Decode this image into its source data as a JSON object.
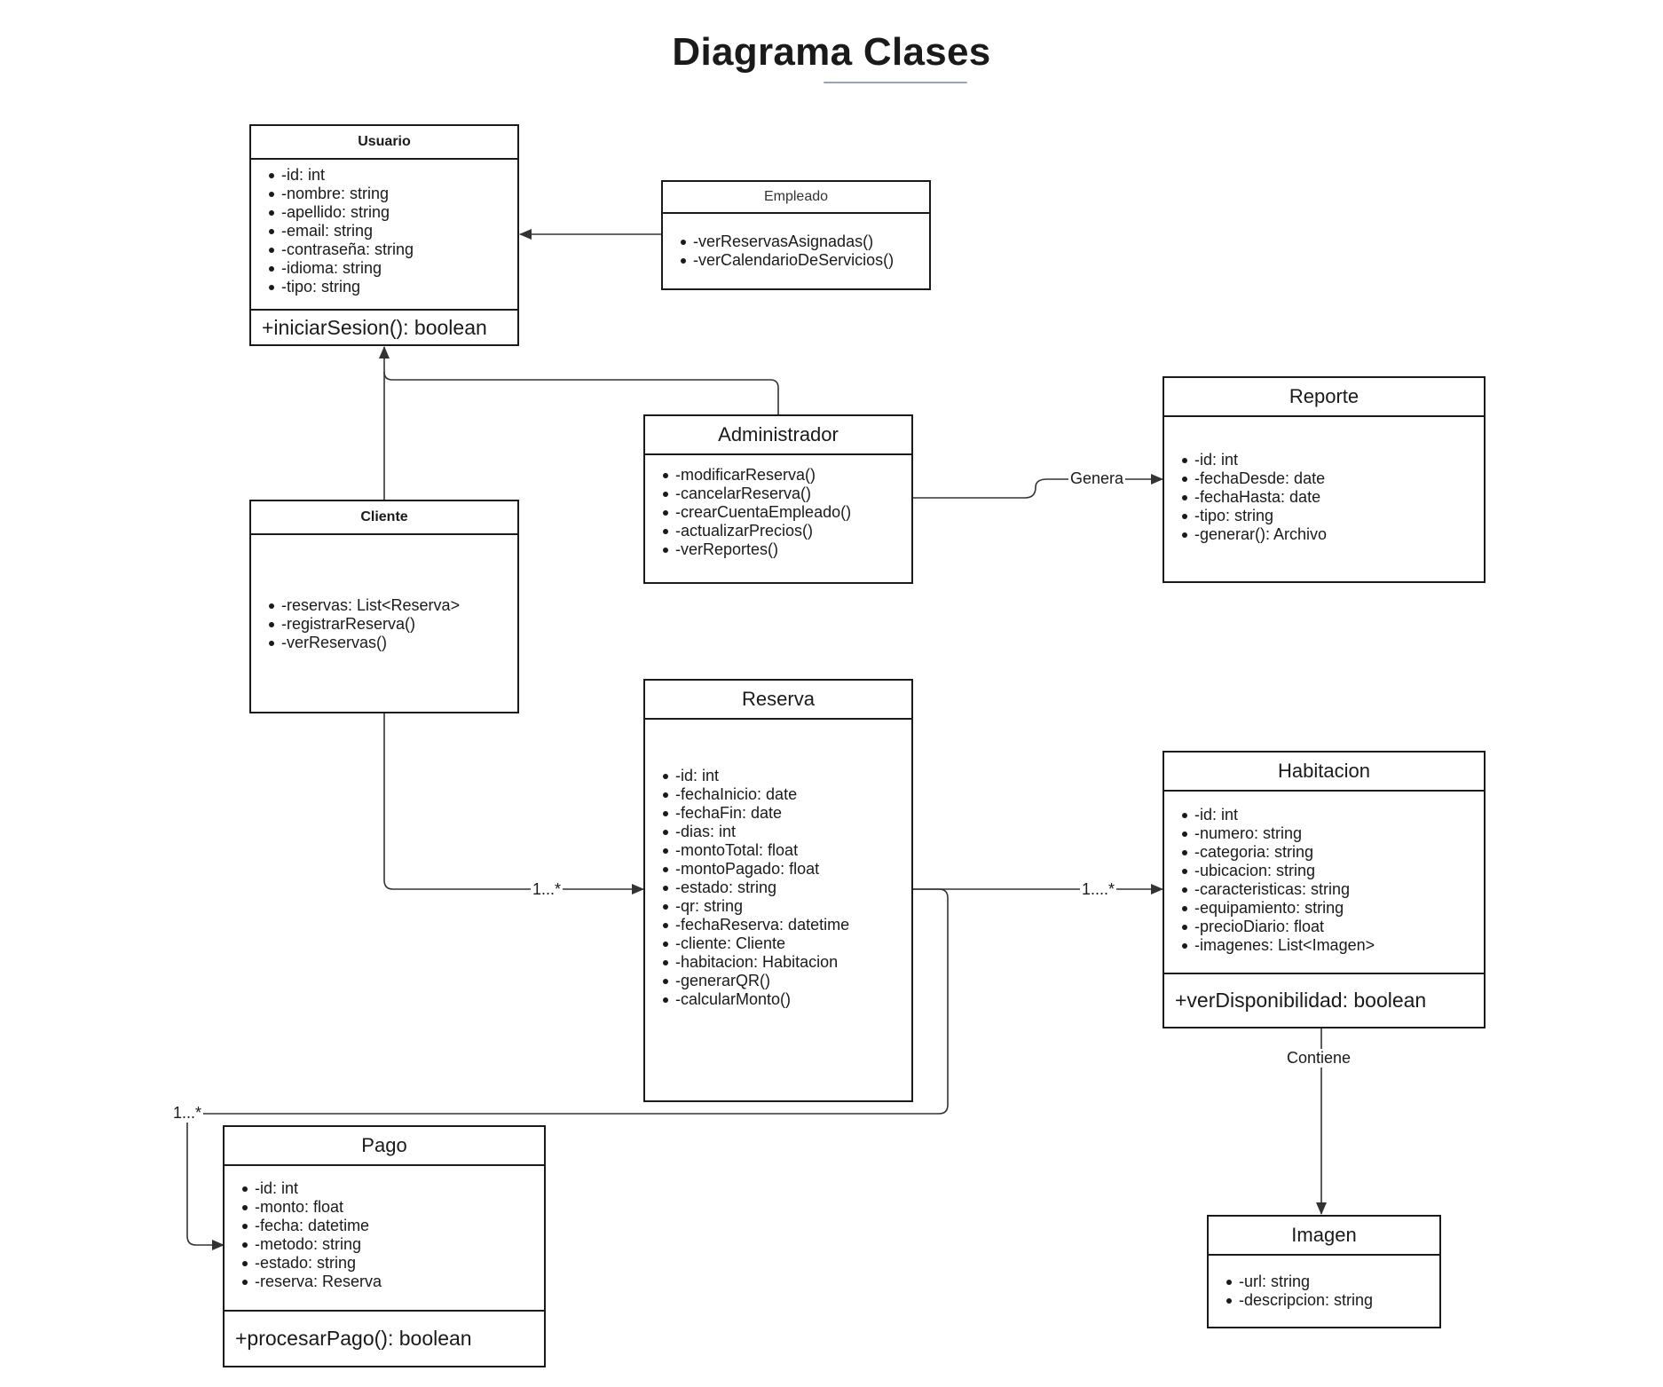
{
  "title": "Diagrama Clases",
  "classes": {
    "usuario": {
      "name": "Usuario",
      "attributes": [
        "-id: int",
        "-nombre: string",
        "-apellido: string",
        "-email: string",
        "-contraseña: string",
        "-idioma: string",
        "-tipo: string"
      ],
      "operations": [
        "+iniciarSesion(): boolean"
      ]
    },
    "empleado": {
      "name": "Empleado",
      "members": [
        "-verReservasAsignadas()",
        "-verCalendarioDeServicios()"
      ]
    },
    "administrador": {
      "name": "Administrador",
      "members": [
        "-modificarReserva()",
        "-cancelarReserva()",
        "-crearCuentaEmpleado()",
        "-actualizarPrecios()",
        "-verReportes()"
      ]
    },
    "reporte": {
      "name": "Reporte",
      "members": [
        "-id: int",
        "-fechaDesde: date",
        "-fechaHasta: date",
        "-tipo: string",
        "-generar(): Archivo"
      ]
    },
    "cliente": {
      "name": "Cliente",
      "members": [
        "-reservas: List<Reserva>",
        "-registrarReserva()",
        "-verReservas()"
      ]
    },
    "reserva": {
      "name": "Reserva",
      "members": [
        "-id: int",
        "-fechaInicio: date",
        "-fechaFin: date",
        "-dias: int",
        "-montoTotal: float",
        "-montoPagado: float",
        "-estado: string",
        "-qr: string",
        "-fechaReserva: datetime",
        "-cliente: Cliente",
        "-habitacion: Habitacion",
        "-generarQR()",
        "-calcularMonto()"
      ]
    },
    "habitacion": {
      "name": "Habitacion",
      "attributes": [
        "-id: int",
        "-numero: string",
        "-categoria: string",
        "-ubicacion: string",
        "-caracteristicas: string",
        "-equipamiento: string",
        "-precioDiario: float",
        "-imagenes: List<Imagen>"
      ],
      "operations": [
        "+verDisponibilidad: boolean"
      ]
    },
    "pago": {
      "name": "Pago",
      "attributes": [
        "-id: int",
        "-monto: float",
        "-fecha: datetime",
        "-metodo: string",
        "-estado: string",
        "-reserva: Reserva"
      ],
      "operations": [
        "+procesarPago(): boolean"
      ]
    },
    "imagen": {
      "name": "Imagen",
      "members": [
        "-url: string",
        "-descripcion: string"
      ]
    }
  },
  "relations": {
    "genera": "Genera",
    "cliente_reserva": "1...*",
    "reserva_habitacion": "1....*",
    "reserva_pago": "1...*",
    "contiene": "Contiene"
  }
}
